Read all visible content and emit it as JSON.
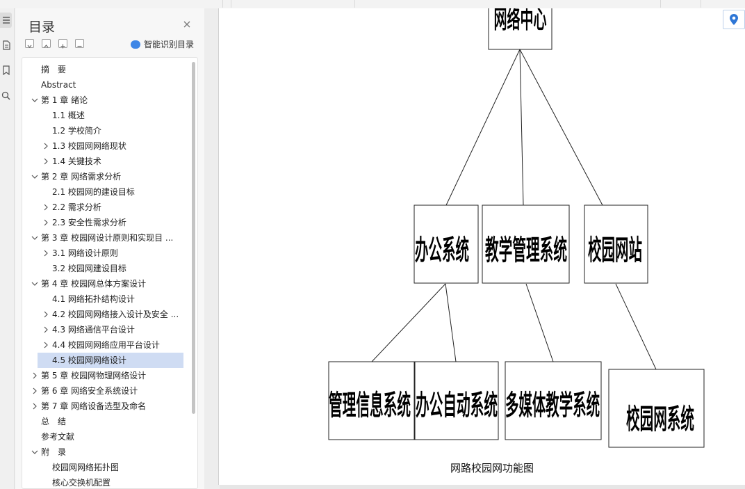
{
  "sidebar": {
    "title": "目录",
    "smart_label": "智能识别目录",
    "items": [
      {
        "label": "摘　要",
        "level": 0,
        "arrow": "none"
      },
      {
        "label": "Abstract",
        "level": 0,
        "arrow": "none"
      },
      {
        "label": "第 1 章 绪论",
        "level": 0,
        "arrow": "down"
      },
      {
        "label": "1.1 概述",
        "level": 1,
        "arrow": "none"
      },
      {
        "label": "1.2 学校简介",
        "level": 1,
        "arrow": "none"
      },
      {
        "label": "1.3 校园网网络现状",
        "level": 1,
        "arrow": "right"
      },
      {
        "label": "1.4  关键技术",
        "level": 1,
        "arrow": "right"
      },
      {
        "label": "第 2 章 网络需求分析",
        "level": 0,
        "arrow": "down"
      },
      {
        "label": "2.1 校园网的建设目标",
        "level": 1,
        "arrow": "none"
      },
      {
        "label": "2.2 需求分析",
        "level": 1,
        "arrow": "right"
      },
      {
        "label": "2.3 安全性需求分析",
        "level": 1,
        "arrow": "right"
      },
      {
        "label": "第 3 章 校园网设计原则和实现目 ...",
        "level": 0,
        "arrow": "down"
      },
      {
        "label": "3.1 网络设计原则",
        "level": 1,
        "arrow": "right"
      },
      {
        "label": "3.2 校园网建设目标",
        "level": 1,
        "arrow": "none"
      },
      {
        "label": "第 4 章 校园网总体方案设计",
        "level": 0,
        "arrow": "down"
      },
      {
        "label": "4.1  网络拓扑结构设计",
        "level": 1,
        "arrow": "none"
      },
      {
        "label": "4.2  校园网网络接入设计及安全 ...",
        "level": 1,
        "arrow": "right"
      },
      {
        "label": "4.3  网络通信平台设计",
        "level": 1,
        "arrow": "right"
      },
      {
        "label": "4.4  校园网网络应用平台设计",
        "level": 1,
        "arrow": "right"
      },
      {
        "label": "4.5 校园网网络设计",
        "level": 1,
        "arrow": "none",
        "selected": true
      },
      {
        "label": "第 5 章 校园网物理网络设计",
        "level": 0,
        "arrow": "right"
      },
      {
        "label": "第 6 章 网络安全系统设计",
        "level": 0,
        "arrow": "right"
      },
      {
        "label": "第 7 章 网络设备选型及命名",
        "level": 0,
        "arrow": "right"
      },
      {
        "label": "总　结",
        "level": 0,
        "arrow": "none"
      },
      {
        "label": "参考文献",
        "level": 0,
        "arrow": "none"
      },
      {
        "label": "附　录",
        "level": 0,
        "arrow": "down"
      },
      {
        "label": "校园网网络拓扑图",
        "level": 1,
        "arrow": "none"
      },
      {
        "label": "核心交换机配置",
        "level": 1,
        "arrow": "none"
      }
    ]
  },
  "diagram": {
    "root": "网络中心",
    "level1": [
      "办公系统",
      "教学管理系统",
      "校园网站"
    ],
    "level2": [
      "管理信息系统",
      "办公自动系统",
      "多媒体教学系统",
      "校园网系统"
    ],
    "caption": "网路校园网功能图"
  },
  "icons": {
    "sidebar": [
      "toc-icon",
      "page-icon",
      "bookmark-icon",
      "search-icon"
    ],
    "controls": [
      "collapse-all-icon",
      "expand-icon",
      "add-icon",
      "remove-icon"
    ]
  },
  "colors": {
    "accent": "#3d86e6",
    "selected_bg": "#cfdcf3"
  }
}
